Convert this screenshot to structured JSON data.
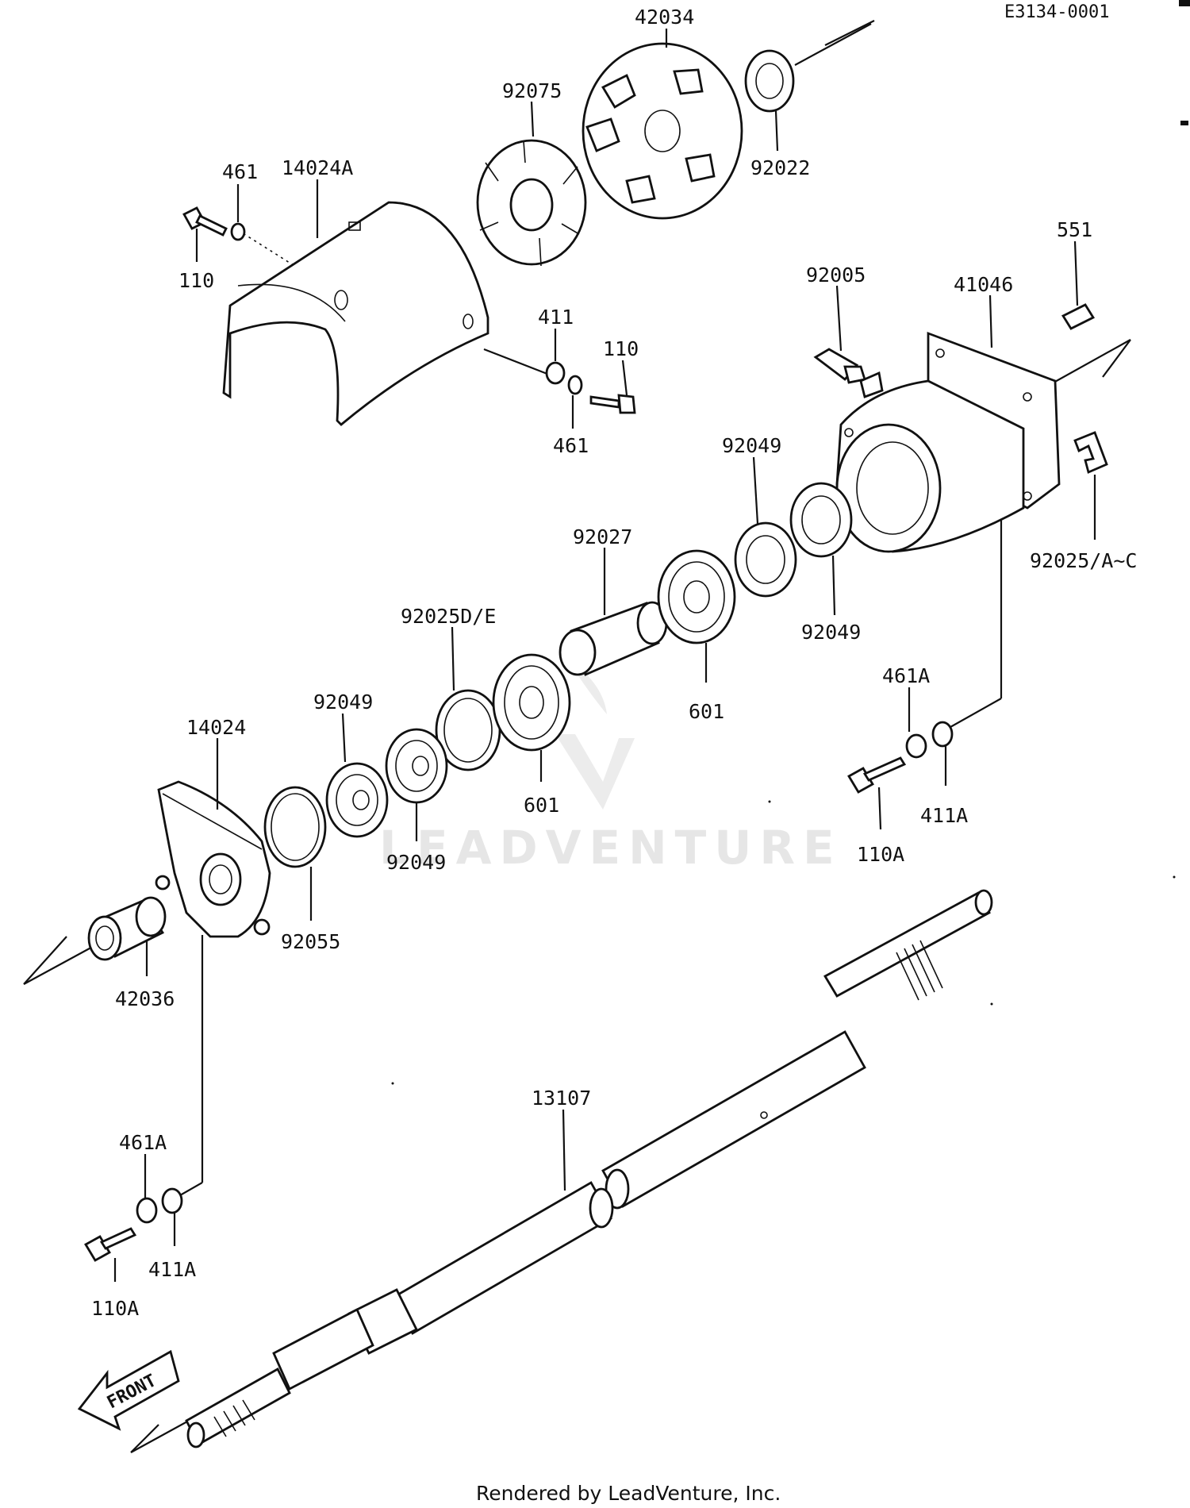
{
  "diagram": {
    "ref_code": "E3134-0001",
    "footer": "Rendered by LeadVenture, Inc.",
    "watermark": "LEADVENTURE",
    "front_arrow_text": "FRONT",
    "parts": [
      {
        "id": "p42034",
        "number": "42034"
      },
      {
        "id": "p92075",
        "number": "92075"
      },
      {
        "id": "p92022",
        "number": "92022"
      },
      {
        "id": "p461a",
        "number": "461"
      },
      {
        "id": "p14024A",
        "number": "14024A"
      },
      {
        "id": "p110a",
        "number": "110"
      },
      {
        "id": "p551",
        "number": "551"
      },
      {
        "id": "p92005",
        "number": "92005"
      },
      {
        "id": "p41046",
        "number": "41046"
      },
      {
        "id": "p411",
        "number": "411"
      },
      {
        "id": "p110b",
        "number": "110"
      },
      {
        "id": "p461b",
        "number": "461"
      },
      {
        "id": "p92049a",
        "number": "92049"
      },
      {
        "id": "p92027",
        "number": "92027"
      },
      {
        "id": "p92025AC",
        "number": "92025/A~C"
      },
      {
        "id": "p92049b",
        "number": "92049"
      },
      {
        "id": "p92025DE",
        "number": "92025D/E"
      },
      {
        "id": "p461A_r",
        "number": "461A"
      },
      {
        "id": "p601a",
        "number": "601"
      },
      {
        "id": "p92049c",
        "number": "92049"
      },
      {
        "id": "p14024",
        "number": "14024"
      },
      {
        "id": "p601b",
        "number": "601"
      },
      {
        "id": "p411A_r",
        "number": "411A"
      },
      {
        "id": "p110A_r",
        "number": "110A"
      },
      {
        "id": "p92049d",
        "number": "92049"
      },
      {
        "id": "p92055",
        "number": "92055"
      },
      {
        "id": "p42036",
        "number": "42036"
      },
      {
        "id": "p13107",
        "number": "13107"
      },
      {
        "id": "p461A_l",
        "number": "461A"
      },
      {
        "id": "p411A_l",
        "number": "411A"
      },
      {
        "id": "p110A_l",
        "number": "110A"
      }
    ]
  }
}
